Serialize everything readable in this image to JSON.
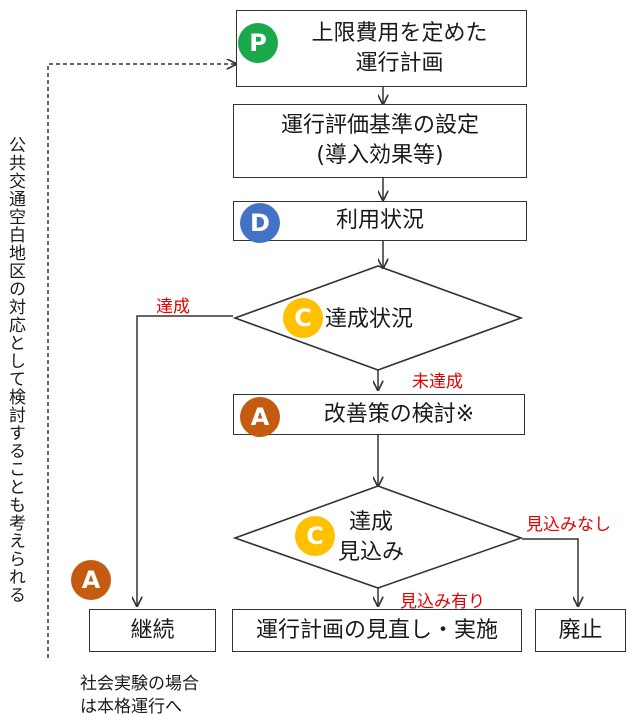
{
  "boxes": {
    "plan": "上限費用を定めた\n運行計画",
    "criteria": "運行評価基準の設定\n(導入効果等)",
    "usage": "利用状況",
    "improve": "改善策の検討※",
    "continue": "継続",
    "review": "運行計画の見直し・実施",
    "abolish": "廃止"
  },
  "decisions": {
    "achievement": "達成状況",
    "prospect": "達成\n見込み"
  },
  "branch_labels": {
    "achieved": "達成",
    "not_achieved": "未達成",
    "no_prospect": "見込みなし",
    "has_prospect": "見込み有り"
  },
  "badges": {
    "p": "P",
    "d": "D",
    "c1": "C",
    "c2": "C",
    "a1": "A",
    "a2": "A"
  },
  "colors": {
    "p": "#1aa84a",
    "d": "#4472c4",
    "c": "#ffc000",
    "a": "#c55a11",
    "branch_text": "#e60000"
  },
  "side_note": "公共交通空白地区の対応として検討することも考えられる",
  "footnote": "社会実験の場合\nは本格運行へ"
}
